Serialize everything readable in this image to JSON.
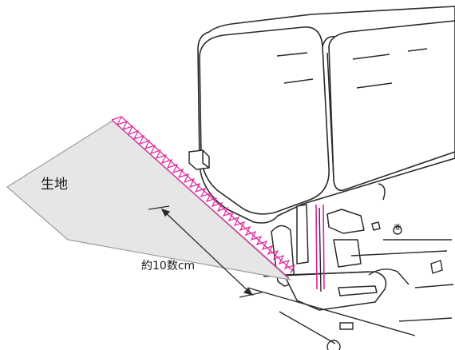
{
  "labels": {
    "fabric": "生地",
    "distance": "約10数cm"
  },
  "machine_marks": {
    "light_symbol": "⑧"
  },
  "colors": {
    "stitch": "#e0249a",
    "fabric_fill": "#e6e6e6",
    "line": "#2a2a2a"
  }
}
